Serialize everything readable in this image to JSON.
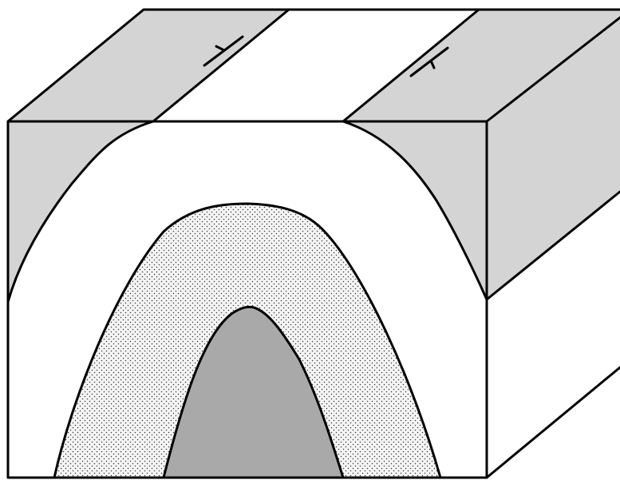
{
  "diagram": {
    "subject": "anticline-block-diagram",
    "colors": {
      "background": "#ffffff",
      "outline": "#000000",
      "outer_layer": "#d4d4d4",
      "middle_layer": "#ffffff",
      "stippled_layer": "#f4f4f4",
      "stipple_dots": "#3a3a3a",
      "core_layer": "#a9a9a9"
    },
    "layers": [
      {
        "name": "outer-bed",
        "fill": "gray",
        "exposed_on_top": true
      },
      {
        "name": "white-bed",
        "fill": "white",
        "exposed_on_top": true
      },
      {
        "name": "stippled-bed",
        "fill": "dotted",
        "exposed_on_top": false
      },
      {
        "name": "core-bed",
        "fill": "dark-gray",
        "exposed_on_top": false
      }
    ],
    "symbols": [
      {
        "name": "strike-dip-symbol-left",
        "dip_direction": "left"
      },
      {
        "name": "strike-dip-symbol-right",
        "dip_direction": "right"
      }
    ]
  }
}
